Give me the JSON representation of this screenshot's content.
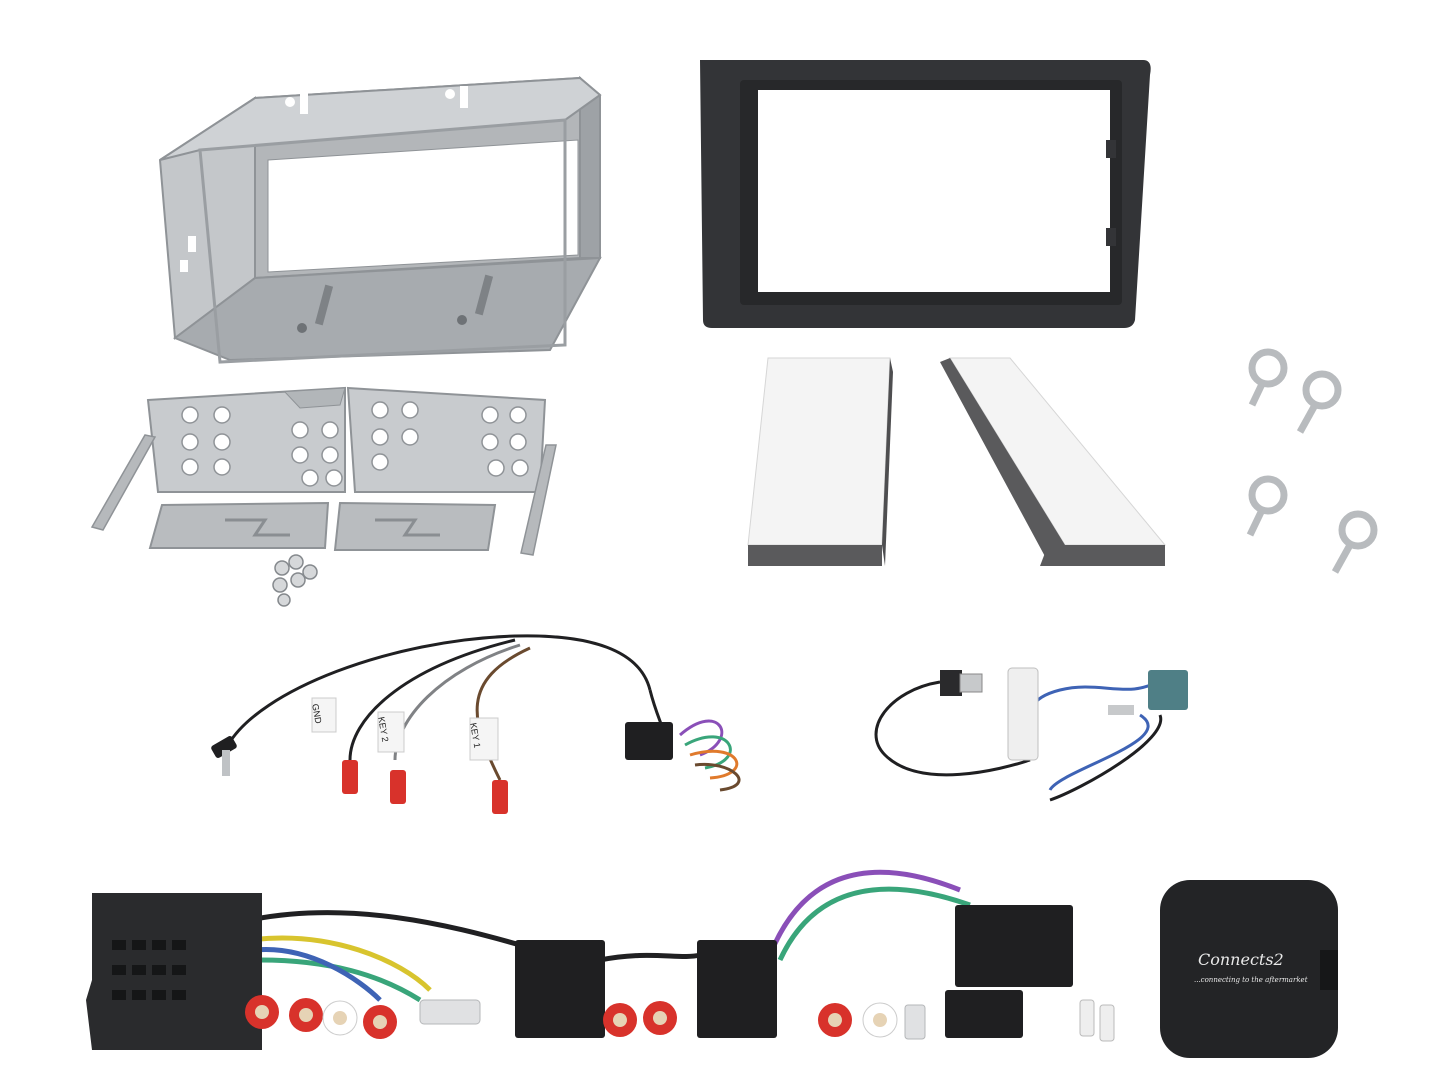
{
  "scene": {
    "background": "#ffffff",
    "components": [
      "metal-mounting-cage",
      "side-brackets",
      "release-tools",
      "screws",
      "fascia-panel",
      "foam-pads",
      "din-removal-keys",
      "steering-control-harness",
      "antenna-adapter",
      "iso-patch-lead",
      "interface-module"
    ]
  },
  "colors": {
    "metal": "#bdc0c3",
    "metal_dark": "#8f9397",
    "fascia": "#333437",
    "foam_face": "#f4f4f4",
    "foam_side": "#5a5a5c",
    "connector_red": "#d8322b",
    "connector_black": "#1f1f21",
    "wire_brown": "#6a4a2f",
    "wire_purple": "#8a4fb8",
    "wire_green": "#39a57a",
    "wire_orange": "#e07a2c",
    "wire_blue": "#3e63b5",
    "fakra_teal": "#4f7f86"
  },
  "harness_labels": {
    "gnd": "GND",
    "key2": "KEY 2",
    "key1": "KEY 1"
  },
  "logo": {
    "brand_mark": "Connects2",
    "tagline": "...connecting to the aftermarket"
  }
}
